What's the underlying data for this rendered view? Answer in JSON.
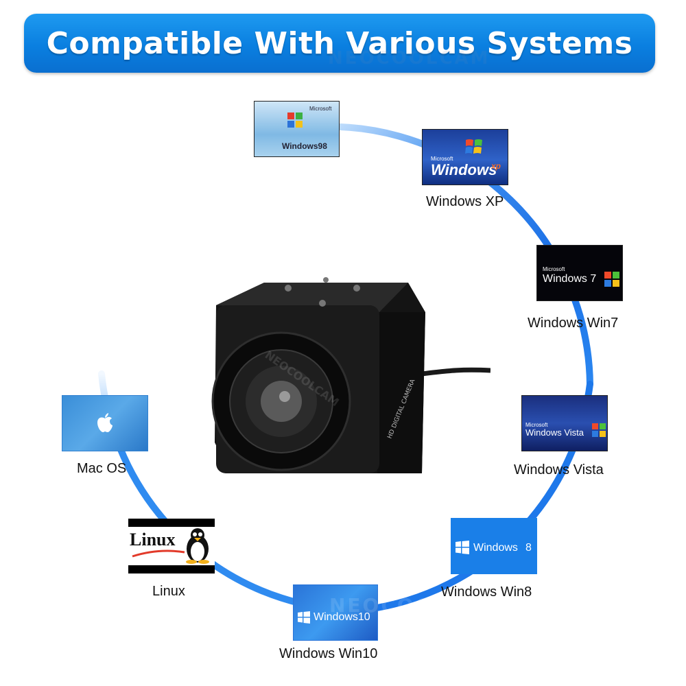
{
  "banner": {
    "title": "Compatible With Various Systems"
  },
  "watermark": "NEOCOOLCAM",
  "camera": {
    "side_label": "HD DIGITAL CAMERA",
    "watermark": "NEOCOOLCAM"
  },
  "systems": [
    {
      "id": "win98",
      "caption": "",
      "ms": "Microsoft",
      "word": "Windows98"
    },
    {
      "id": "winxp",
      "caption": "Windows XP",
      "ms": "Microsoft",
      "word": "Windows",
      "suffix": "xp"
    },
    {
      "id": "win7",
      "caption": "Windows Win7",
      "ms": "Microsoft",
      "word": "Windows 7"
    },
    {
      "id": "vista",
      "caption": "Windows Vista",
      "ms": "Microsoft",
      "word": "Windows Vista"
    },
    {
      "id": "win8",
      "caption": "Windows Win8",
      "word": "Windows",
      "suffix": "8"
    },
    {
      "id": "win10",
      "caption": "Windows Win10",
      "word": "Windows10"
    },
    {
      "id": "linux",
      "caption": "Linux",
      "word": "Linux"
    },
    {
      "id": "macos",
      "caption": "Mac OS"
    }
  ],
  "colors": {
    "banner": "#0a7fe0",
    "ring": "#1e7fe8",
    "win8_tile": "#1a7fe8",
    "tile_dark": "#0a0a14"
  }
}
